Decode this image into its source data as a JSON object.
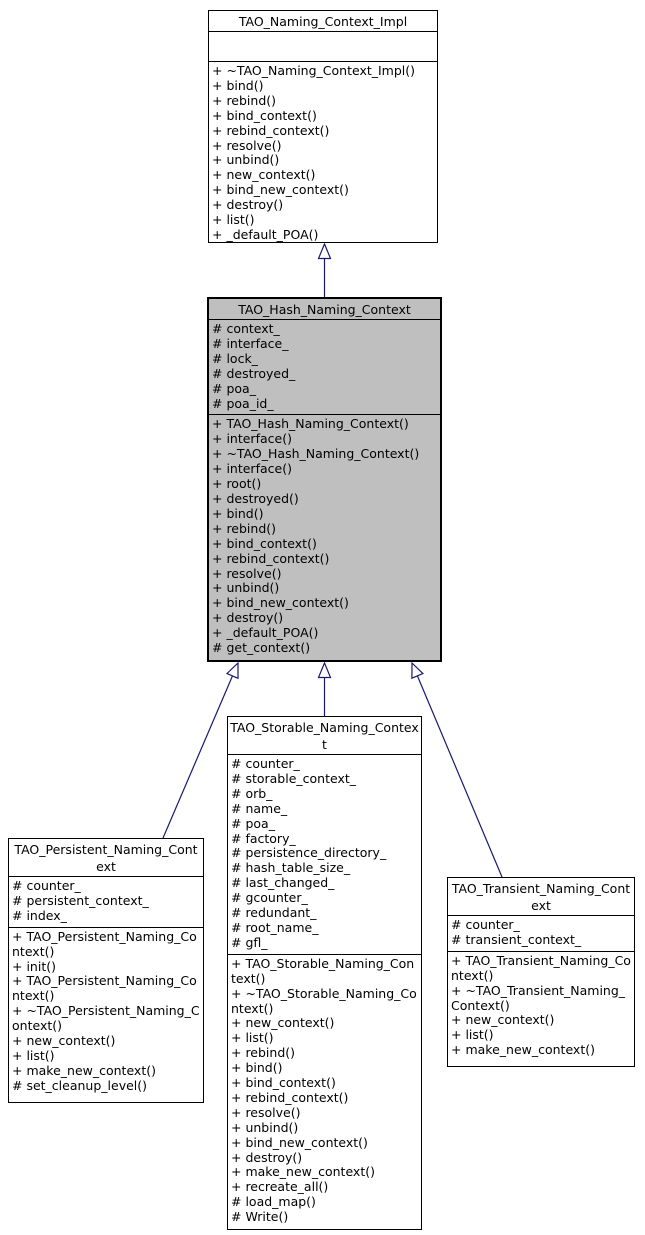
{
  "diagram": {
    "kind": "uml-inheritance-graph",
    "colors": {
      "arrow": "#191970",
      "selected_node_bg": "#bfbfbf",
      "node_bg": "#ffffff",
      "node_border": "#000000"
    },
    "classes": [
      {
        "name": "TAO_Naming_Context_Impl",
        "highlighted": false,
        "attributes": [],
        "methods": [
          "+ ~TAO_Naming_Context_Impl()",
          "+ bind()",
          "+ rebind()",
          "+ bind_context()",
          "+ rebind_context()",
          "+ resolve()",
          "+ unbind()",
          "+ new_context()",
          "+ bind_new_context()",
          "+ destroy()",
          "+ list()",
          "+ _default_POA()"
        ]
      },
      {
        "name": "TAO_Hash_Naming_Context",
        "highlighted": true,
        "attributes": [
          "# context_",
          "# interface_",
          "# lock_",
          "# destroyed_",
          "# poa_",
          "# poa_id_"
        ],
        "methods": [
          "+ TAO_Hash_Naming_Context()",
          "+ interface()",
          "+ ~TAO_Hash_Naming_Context()",
          "+ interface()",
          "+ root()",
          "+ destroyed()",
          "+ bind()",
          "+ rebind()",
          "+ bind_context()",
          "+ rebind_context()",
          "+ resolve()",
          "+ unbind()",
          "+ bind_new_context()",
          "+ destroy()",
          "+ _default_POA()",
          "# get_context()"
        ]
      },
      {
        "name": "TAO_Persistent_Naming_Context",
        "highlighted": false,
        "attributes": [
          "# counter_",
          "# persistent_context_",
          "# index_"
        ],
        "methods": [
          "+ TAO_Persistent_Naming_Context()",
          "+ init()",
          "+ TAO_Persistent_Naming_Context()",
          "+ ~TAO_Persistent_Naming_Context()",
          "+ new_context()",
          "+ list()",
          "+ make_new_context()",
          "# set_cleanup_level()"
        ]
      },
      {
        "name": "TAO_Storable_Naming_Context",
        "highlighted": false,
        "attributes": [
          "# counter_",
          "# storable_context_",
          "# orb_",
          "# name_",
          "# poa_",
          "# factory_",
          "# persistence_directory_",
          "# hash_table_size_",
          "# last_changed_",
          "# gcounter_",
          "# redundant_",
          "# root_name_",
          "# gfl_"
        ],
        "methods": [
          "+ TAO_Storable_Naming_Context()",
          "+ ~TAO_Storable_Naming_Context()",
          "+ new_context()",
          "+ list()",
          "+ rebind()",
          "+ bind()",
          "+ bind_context()",
          "+ rebind_context()",
          "+ resolve()",
          "+ unbind()",
          "+ bind_new_context()",
          "+ destroy()",
          "+ make_new_context()",
          "+ recreate_all()",
          "# load_map()",
          "# Write()"
        ]
      },
      {
        "name": "TAO_Transient_Naming_Context",
        "highlighted": false,
        "attributes": [
          "# counter_",
          "# transient_context_"
        ],
        "methods": [
          "+ TAO_Transient_Naming_Context()",
          "+ ~TAO_Transient_Naming_Context()",
          "+ new_context()",
          "+ list()",
          "+ make_new_context()"
        ]
      }
    ],
    "edges": [
      {
        "from": "TAO_Hash_Naming_Context",
        "to": "TAO_Naming_Context_Impl",
        "relation": "inherits"
      },
      {
        "from": "TAO_Persistent_Naming_Context",
        "to": "TAO_Hash_Naming_Context",
        "relation": "inherits"
      },
      {
        "from": "TAO_Storable_Naming_Context",
        "to": "TAO_Hash_Naming_Context",
        "relation": "inherits"
      },
      {
        "from": "TAO_Transient_Naming_Context",
        "to": "TAO_Hash_Naming_Context",
        "relation": "inherits"
      }
    ]
  }
}
